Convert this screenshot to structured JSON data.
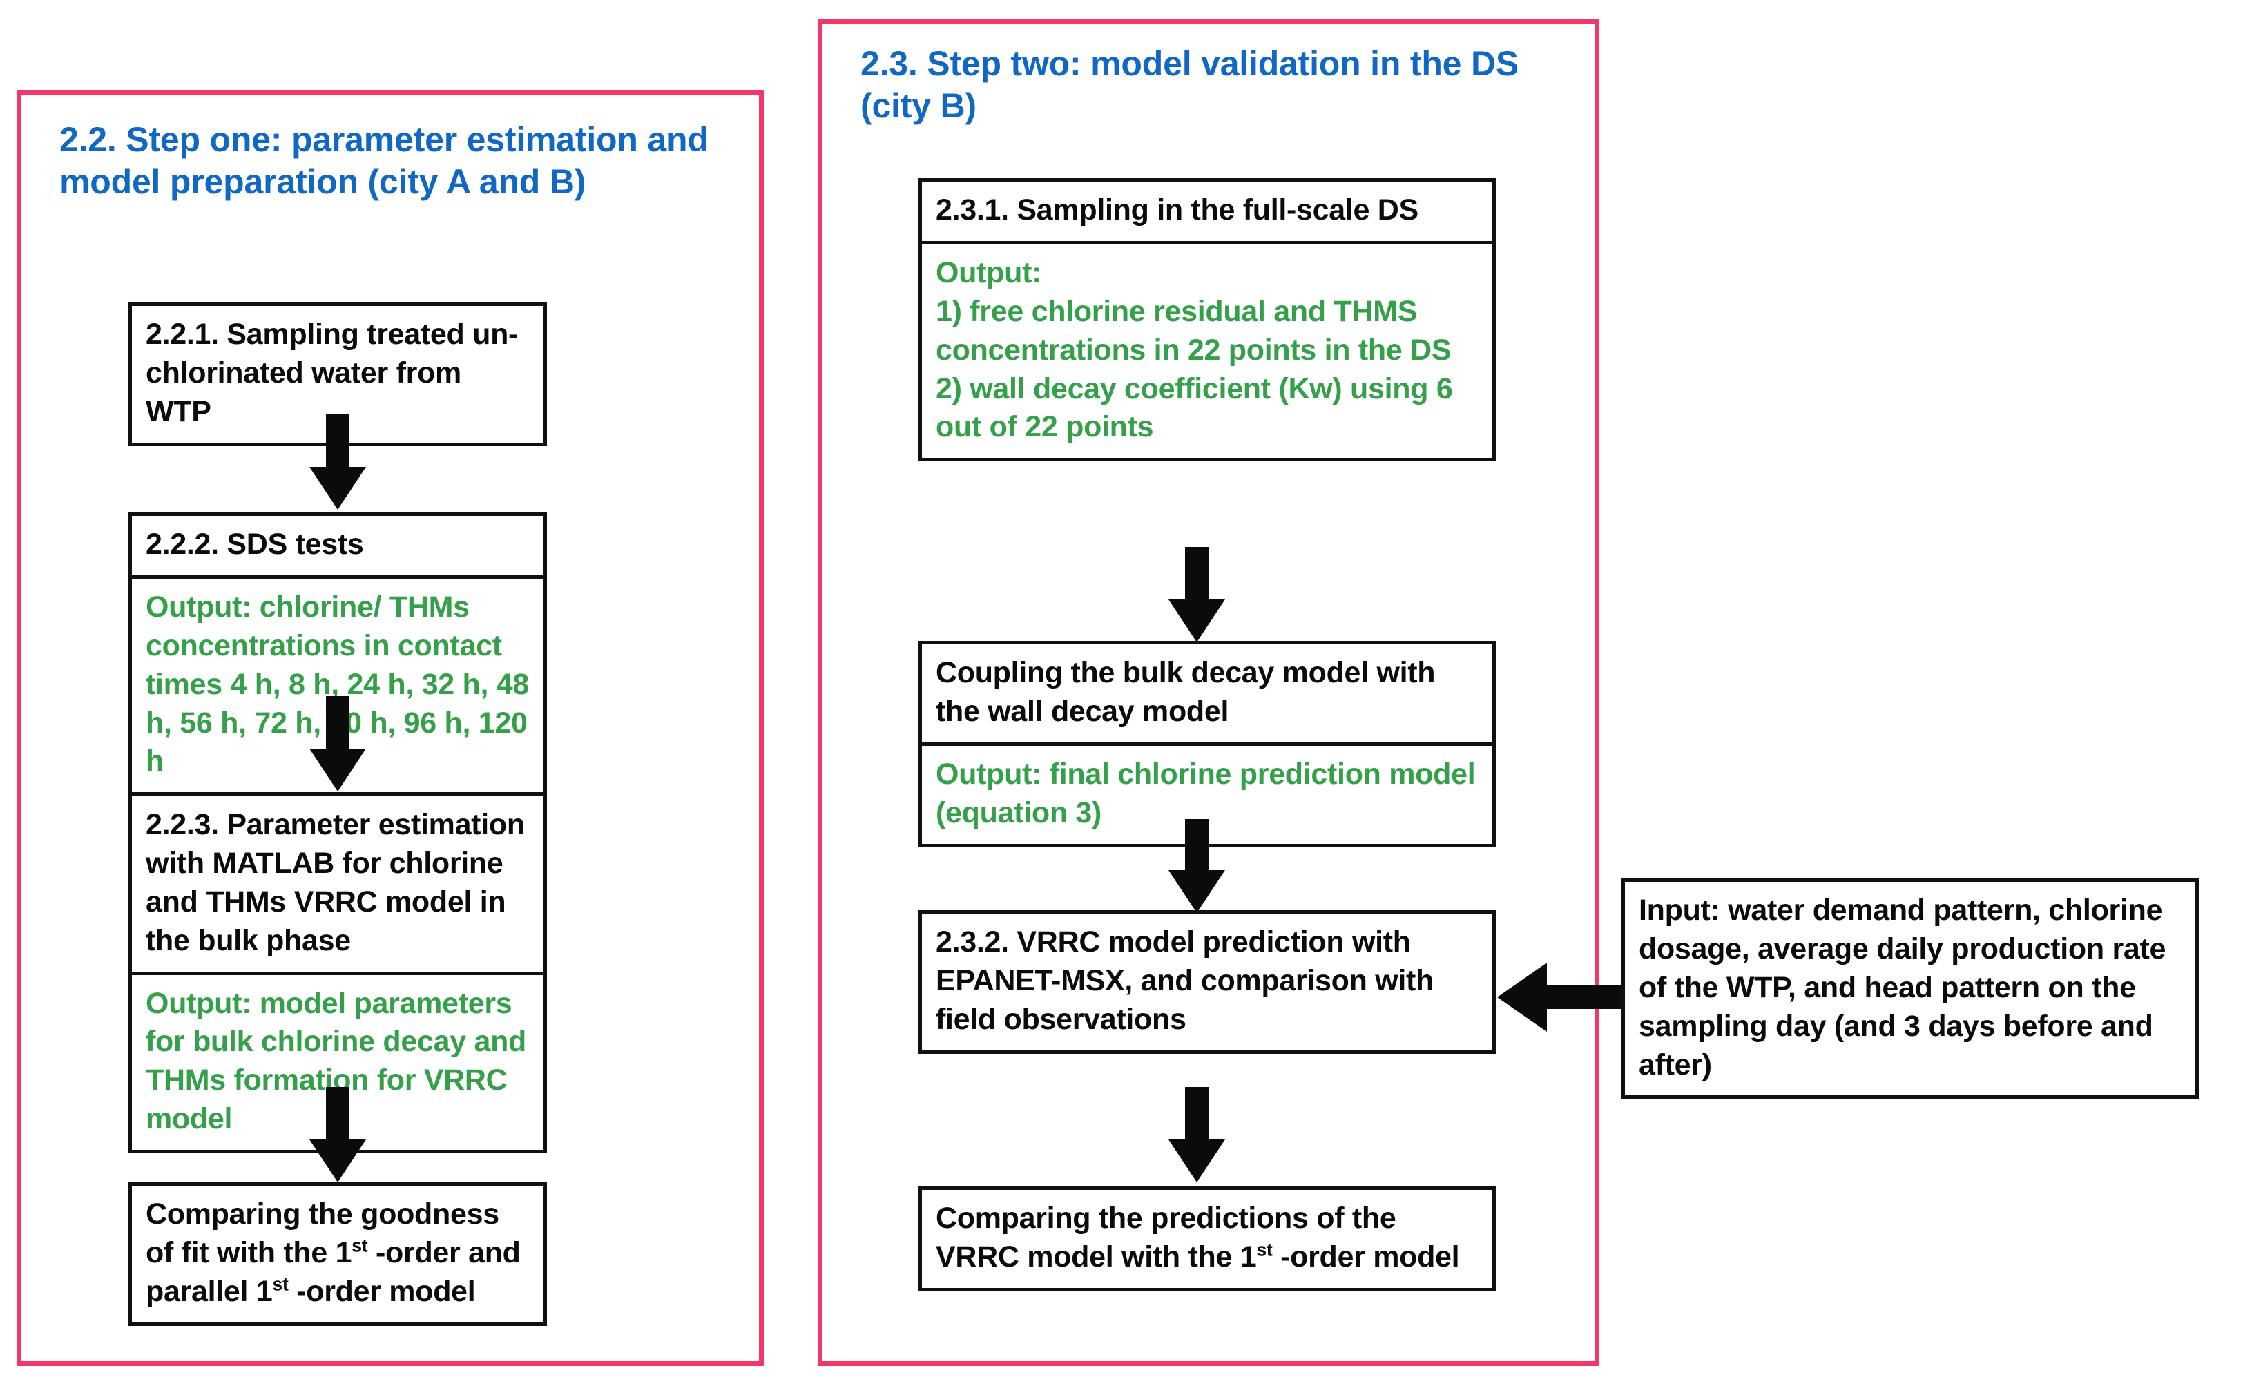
{
  "colors": {
    "panel_border": "#F3376A",
    "heading_blue": "#1068C4",
    "output_green": "#35A04A",
    "box_border": "#101010",
    "text_black": "#0B0B0B"
  },
  "left_panel": {
    "heading": "2.2. Step one: parameter estimation and model preparation (city A and B)",
    "boxes": [
      {
        "id": "2.2.1",
        "title": "2.2.1. Sampling treated un-chlorinated water from WTP",
        "output": null
      },
      {
        "id": "2.2.2",
        "title": "2.2.2. SDS tests",
        "output": "Output: chlorine/ THMs concentrations in contact times 4 h, 8 h, 24 h, 32 h, 48 h, 56 h, 72 h, 80 h, 96 h, 120 h"
      },
      {
        "id": "2.2.3",
        "title": "2.2.3. Parameter estimation with MATLAB for chlorine and THMs VRRC model in the bulk phase",
        "output": "Output: model parameters for bulk chlorine decay and THMs formation for VRRC model"
      },
      {
        "id": "compare-left",
        "title_html": "Comparing the goodness of fit with the 1<sup>st</sup> -order  and parallel 1<sup>st</sup> -order  model",
        "title": "Comparing the goodness of fit with the 1st -order and parallel 1st -order model",
        "output": null
      }
    ]
  },
  "right_panel": {
    "heading": "2.3. Step two: model validation in the DS (city B)",
    "boxes": [
      {
        "id": "2.3.1",
        "title": "2.3.1. Sampling in the full-scale DS",
        "output": "Output:\n1) free chlorine residual and THMS concentrations in 22 points in the DS\n2) wall decay coefficient (Kw) using 6 out of 22 points"
      },
      {
        "id": "coupling",
        "title": "Coupling the bulk decay model with the wall decay model",
        "output": "Output: final chlorine prediction model (equation 3)"
      },
      {
        "id": "2.3.2",
        "title": "2.3.2. VRRC model prediction with EPANET-MSX, and comparison with field observations",
        "output": null
      },
      {
        "id": "compare-right",
        "title_html": "Comparing the predictions of the VRRC model with the 1<sup>st</sup> -order model",
        "title": "Comparing the predictions of the VRRC model with the 1st -order model",
        "output": null
      }
    ]
  },
  "input_box": {
    "text": "Input: water demand pattern, chlorine dosage, average daily production rate of the WTP, and head pattern on the sampling day (and 3 days before and after)"
  },
  "arrows": [
    {
      "name": "arrow-l1-to-l2",
      "direction": "down"
    },
    {
      "name": "arrow-l2-to-l3",
      "direction": "down"
    },
    {
      "name": "arrow-l3-to-l4",
      "direction": "down"
    },
    {
      "name": "arrow-r1-to-r2",
      "direction": "down"
    },
    {
      "name": "arrow-r2-to-r3",
      "direction": "down"
    },
    {
      "name": "arrow-r3-to-r4",
      "direction": "down"
    },
    {
      "name": "arrow-input-to-r3",
      "direction": "left"
    }
  ]
}
